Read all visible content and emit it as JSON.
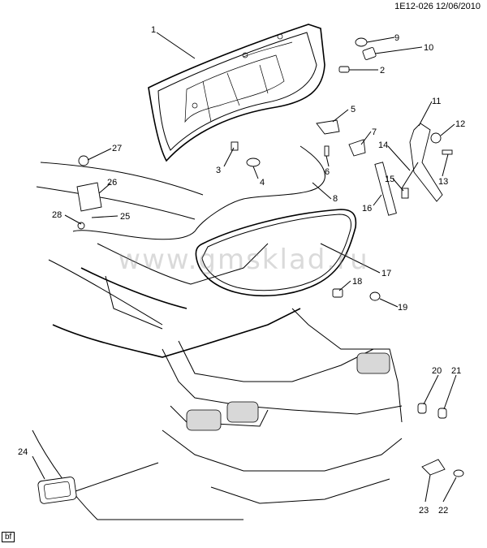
{
  "header": {
    "code": "1E12-026  12/06/2010"
  },
  "watermark": "www.gmsklad.ru",
  "footer": {
    "code": "bf"
  },
  "callouts": [
    "1",
    "2",
    "3",
    "4",
    "5",
    "6",
    "7",
    "8",
    "9",
    "10",
    "11",
    "12",
    "13",
    "14",
    "15",
    "16",
    "17",
    "18",
    "19",
    "20",
    "21",
    "22",
    "23",
    "24",
    "25",
    "26",
    "27",
    "28"
  ]
}
